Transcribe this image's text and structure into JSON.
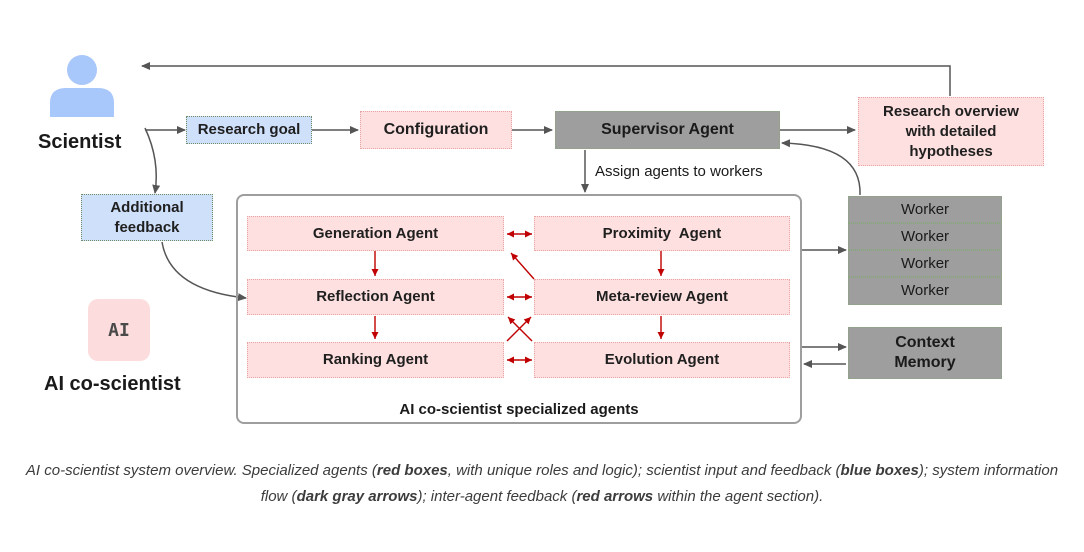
{
  "actors": {
    "scientist": "Scientist",
    "ai_co_scientist": "AI co-scientist",
    "ai_badge": "AI"
  },
  "inputs": {
    "research_goal": "Research goal",
    "additional_feedback": "Additional feedback"
  },
  "pipeline": {
    "configuration": "Configuration",
    "supervisor": "Supervisor Agent",
    "assign_label": "Assign agents to workers",
    "research_overview": "Research overview with detailed hypotheses"
  },
  "agents": {
    "container_label": "AI co-scientist specialized agents",
    "generation": "Generation Agent",
    "proximity": "Proximity  Agent",
    "reflection": "Reflection Agent",
    "meta_review": "Meta-review Agent",
    "ranking": "Ranking Agent",
    "evolution": "Evolution Agent"
  },
  "workers": [
    "Worker",
    "Worker",
    "Worker",
    "Worker"
  ],
  "context_memory": "Context Memory",
  "caption": {
    "p1": "AI co-scientist system overview. Specialized agents (",
    "b1": "red boxes",
    "p2": ", with unique roles and logic); scientist input and feedback (",
    "b2": "blue boxes",
    "p3": "); system information flow (",
    "b3": "dark gray arrows",
    "p4": "); inter-agent feedback (",
    "b4": "red arrows",
    "p5": " within the agent section)."
  },
  "colors": {
    "agent_fill": "#fde0df",
    "input_fill": "#cfe0fb",
    "system_fill": "#9e9e9e",
    "flow_arrow": "#555555",
    "feedback_arrow": "#c00000"
  },
  "icons": {
    "scientist": "person-icon"
  }
}
